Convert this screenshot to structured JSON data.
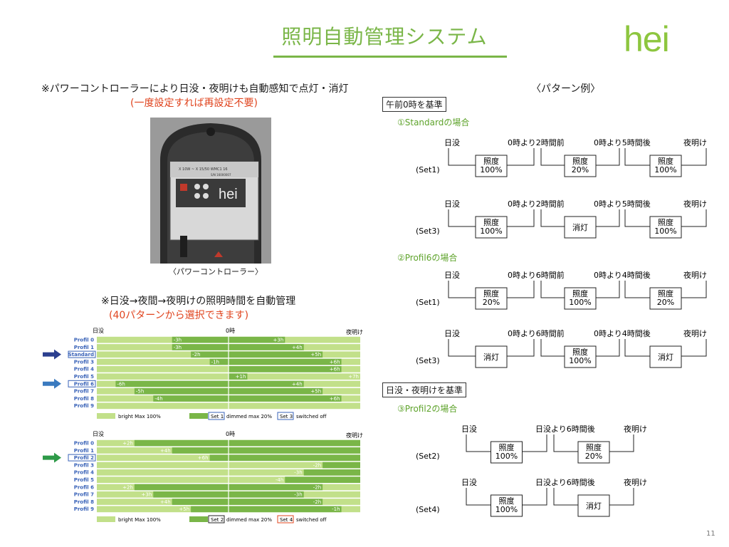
{
  "title": "照明自動管理システム",
  "logo": "hei",
  "left": {
    "note1": "※パワーコントローラーにより日没・夜明けも自動感知で点灯・消灯",
    "note1_red": "(一度設定すれば再設定不要)",
    "photo_label": "hei",
    "photo_caption": "〈パワーコントローラー〉",
    "note2": "※日没→夜間→夜明けの照明時間を自動管理",
    "note2_red": "(40パターンから選択できます)"
  },
  "colors": {
    "green_dark": "#7ab648",
    "green_light": "#c2e08a",
    "red": "#e0441e",
    "blue": "#3a63b8",
    "arrow_blue": "#3a7abf",
    "arrow_green": "#2e9a48",
    "arrow_navy": "#2b3f8f"
  },
  "chart_data": [
    {
      "type": "bar",
      "axis": {
        "left": "日没",
        "mid": "0時",
        "right": "夜明け"
      },
      "rows": [
        {
          "name": "Profil 0",
          "offset": "-3h",
          "boundary": -3,
          "switch": "+3h",
          "switch_at": 3,
          "highlight": false,
          "arrow": ""
        },
        {
          "name": "Profil 1",
          "offset": "-3h",
          "boundary": -3,
          "switch": "+4h",
          "switch_at": 4,
          "highlight": false,
          "arrow": ""
        },
        {
          "name": "Standard",
          "offset": "-2h",
          "boundary": -2,
          "switch": "+5h",
          "switch_at": 5,
          "highlight": true,
          "arrow": "navy"
        },
        {
          "name": "Profil 3",
          "offset": "-1h",
          "boundary": -1,
          "switch": "+6h",
          "switch_at": 6,
          "highlight": false,
          "arrow": ""
        },
        {
          "name": "Profil 4",
          "offset": "",
          "boundary": 0,
          "switch": "+6h",
          "switch_at": 6,
          "highlight": false,
          "arrow": ""
        },
        {
          "name": "Profil 5",
          "offset": "",
          "boundary": 0,
          "switch": "+1h",
          "switch_at": 1,
          "switch2": "+7h",
          "switch2_at": 7,
          "highlight": false,
          "arrow": ""
        },
        {
          "name": "Profil 6",
          "offset": "-6h",
          "boundary": -6,
          "switch": "+4h",
          "switch_at": 4,
          "highlight": true,
          "arrow": "blue"
        },
        {
          "name": "Profil 7",
          "offset": "-5h",
          "boundary": -5,
          "switch": "+5h",
          "switch_at": 5,
          "highlight": false,
          "arrow": ""
        },
        {
          "name": "Profil 8",
          "offset": "-4h",
          "boundary": -4,
          "switch": "+6h",
          "switch_at": 6,
          "highlight": false,
          "arrow": ""
        },
        {
          "name": "Profil 9",
          "offset": "",
          "boundary": 0,
          "switch": "",
          "switch_at": null,
          "highlight": false,
          "arrow": ""
        }
      ],
      "legend": [
        {
          "label": "bright Max 100%",
          "swatch": "light"
        },
        {
          "label": "dimmed max 20%",
          "set_label": "Set 1",
          "swatch": "dark",
          "border": "blue"
        },
        {
          "label": "switched off",
          "set_label": "Set 3",
          "border": "blue"
        }
      ]
    },
    {
      "type": "bar",
      "axis": {
        "left": "日没",
        "mid": "0時",
        "right": "夜明け"
      },
      "rows": [
        {
          "name": "Profil 0",
          "offset": "+2h",
          "boundary": 2,
          "highlight": false,
          "arrow": ""
        },
        {
          "name": "Profil 1",
          "offset": "+4h",
          "boundary": 4,
          "highlight": false,
          "arrow": ""
        },
        {
          "name": "Profil 2",
          "offset": "+6h",
          "boundary": 6,
          "highlight": true,
          "arrow": "green"
        },
        {
          "name": "Profil 3",
          "offset": "-2h",
          "boundary": -2,
          "highlight": false,
          "arrow": ""
        },
        {
          "name": "Profil 4",
          "offset": "-3h",
          "boundary": -3,
          "highlight": false,
          "arrow": ""
        },
        {
          "name": "Profil 5",
          "offset": "-4h",
          "boundary": -4,
          "highlight": false,
          "arrow": ""
        },
        {
          "name": "Profil 6",
          "offset": "+2h",
          "boundary": 2,
          "offset2": "-2h",
          "boundary2": -2,
          "highlight": false,
          "arrow": ""
        },
        {
          "name": "Profil 7",
          "offset": "+3h",
          "boundary": 3,
          "offset2": "-3h",
          "boundary2": -3,
          "highlight": false,
          "arrow": ""
        },
        {
          "name": "Profil 8",
          "offset": "+4h",
          "boundary": 4,
          "offset2": "-2h",
          "boundary2": -2,
          "highlight": false,
          "arrow": ""
        },
        {
          "name": "Profil 9",
          "offset": "+5h",
          "boundary": 5,
          "offset2": "-1h",
          "boundary2": -1,
          "highlight": false,
          "arrow": ""
        }
      ],
      "legend": [
        {
          "label": "bright Max 100%",
          "swatch": "light"
        },
        {
          "label": "dimmed max 20%",
          "set_label": "Set 2",
          "swatch": "dark",
          "border": "black"
        },
        {
          "label": "switched off",
          "set_label": "Set 4",
          "border": "red"
        }
      ]
    }
  ],
  "right": {
    "heading": "〈パターン例〉",
    "basis1": "午前0時を基準",
    "basis2": "日没・夜明けを基準",
    "sections": [
      {
        "title": "①Standardの場合",
        "rows": [
          {
            "set": "(Set1)",
            "labels": [
              "日没",
              "0時より2時間前",
              "0時より5時間後",
              "夜明け"
            ],
            "boxes": [
              "照度\n100%",
              "照度\n20%",
              "照度\n100%"
            ]
          },
          {
            "set": "(Set3)",
            "labels": [
              "日没",
              "0時より2時間前",
              "0時より5時間後",
              "夜明け"
            ],
            "boxes": [
              "照度\n100%",
              "消灯",
              "照度\n100%"
            ]
          }
        ]
      },
      {
        "title": "②Profil6の場合",
        "rows": [
          {
            "set": "(Set1)",
            "labels": [
              "日没",
              "0時より6時間前",
              "0時より4時間後",
              "夜明け"
            ],
            "boxes": [
              "照度\n20%",
              "照度\n100%",
              "照度\n20%"
            ]
          },
          {
            "set": "(Set3)",
            "labels": [
              "日没",
              "0時より6時間前",
              "0時より4時間後",
              "夜明け"
            ],
            "boxes": [
              "消灯",
              "照度\n100%",
              "消灯"
            ]
          }
        ]
      },
      {
        "title": "③Profil2の場合",
        "rows": [
          {
            "set": "(Set2)",
            "labels": [
              "日没",
              "日没より6時間後",
              "夜明け"
            ],
            "boxes": [
              "照度\n100%",
              "照度\n20%"
            ]
          },
          {
            "set": "(Set4)",
            "labels": [
              "日没",
              "日没より6時間後",
              "夜明け"
            ],
            "boxes": [
              "照度\n100%",
              "消灯"
            ]
          }
        ]
      }
    ]
  },
  "page_number": "11"
}
